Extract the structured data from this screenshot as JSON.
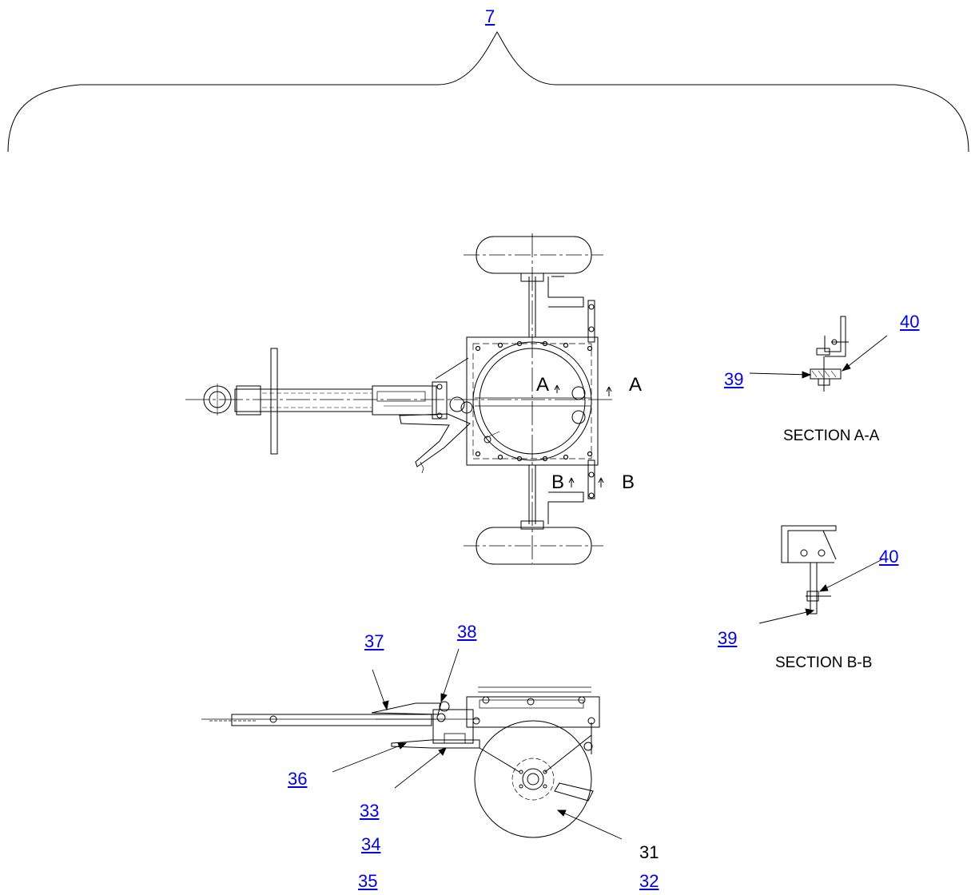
{
  "callouts": {
    "c7": "7",
    "c31": "31",
    "c32": "32",
    "c33": "33",
    "c34": "34",
    "c35": "35",
    "c36": "36",
    "c37": "37",
    "c38": "38",
    "c39_a": "39",
    "c40_a": "40",
    "c39_b": "39",
    "c40_b": "40"
  },
  "section_marks": {
    "a_left": "A",
    "a_right": "A",
    "b_left": "B",
    "b_right": "B"
  },
  "captions": {
    "section_aa": "SECTION A-A",
    "section_bb": "SECTION B-B"
  },
  "colors": {
    "link": "#0000ee",
    "line": "#000000",
    "background": "#ffffff"
  }
}
